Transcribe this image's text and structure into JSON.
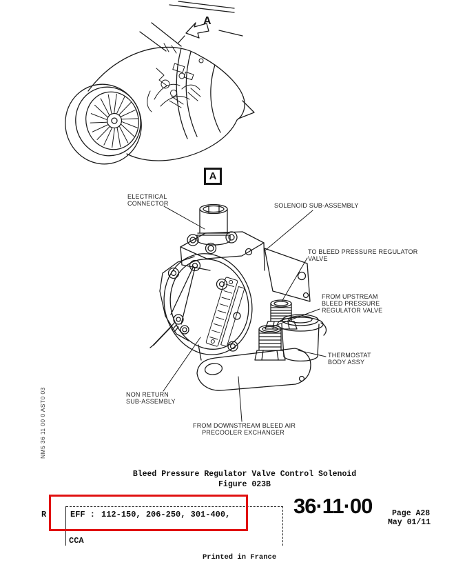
{
  "document": {
    "engine_marker": "A",
    "detail_marker": "A",
    "print_code": "NM5 36 11 00 0 AST0 03",
    "caption": {
      "title": "Bleed Pressure Regulator Valve Control Solenoid",
      "figure": "Figure 023B"
    },
    "callouts": {
      "electrical_connector": [
        "ELECTRICAL",
        "CONNECTOR"
      ],
      "solenoid": [
        "SOLENOID SUB-ASSEMBLY"
      ],
      "to_bleed": [
        "TO BLEED PRESSURE REGULATOR",
        "VALVE"
      ],
      "from_upstream": [
        "FROM UPSTREAM",
        "BLEED PRESSURE",
        "REGULATOR VALVE"
      ],
      "thermostat": [
        "THERMOSTAT",
        "BODY ASSY"
      ],
      "non_return": [
        "NON RETURN",
        "SUB-ASSEMBLY"
      ],
      "from_downstream": [
        "FROM DOWNSTREAM BLEED AIR",
        "PRECOOLER EXCHANGER"
      ]
    },
    "footer": {
      "revision_flag": "R",
      "eff_label": "EFF :",
      "eff_value": "112-150, 206-250, 301-400,",
      "airline_code": "CCA",
      "chapter_section": "36·11·00",
      "page": "Page A28",
      "date": "May 01/11",
      "printed_note": "Printed in France"
    },
    "colors": {
      "highlight_red": "#e01010",
      "ink": "#1c1c1c",
      "paper": "#ffffff"
    }
  }
}
